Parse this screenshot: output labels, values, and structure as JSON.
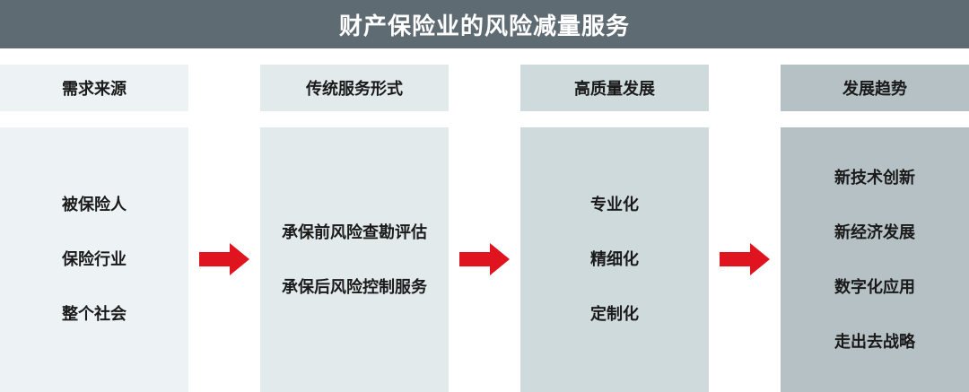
{
  "title": "财产保险业的风险减量服务",
  "columns": [
    {
      "header": "需求来源",
      "header_color": "#edf3f4",
      "body_color": "#edf3f4",
      "items": [
        "被保险人",
        "保险行业",
        "整个社会"
      ]
    },
    {
      "header": "传统服务形式",
      "header_color": "#e3eaec",
      "body_color": "#e3eaec",
      "items": [
        "承保前风险查勘评估",
        "承保后风险控制服务"
      ]
    },
    {
      "header": "高质量发展",
      "header_color": "#cfdadd",
      "body_color": "#cfdadd",
      "items": [
        "专业化",
        "精细化",
        "定制化"
      ]
    },
    {
      "header": "发展趋势",
      "header_color": "#b5c1c4",
      "body_color": "#b5c1c4",
      "items": [
        "新技术创新",
        "新经济发展",
        "数字化应用",
        "走出去战略"
      ]
    }
  ],
  "colors": {
    "title_bar": "#5f6b73",
    "arrow": "#e0141e"
  },
  "icons": {
    "arrow": "right-arrow-icon"
  }
}
